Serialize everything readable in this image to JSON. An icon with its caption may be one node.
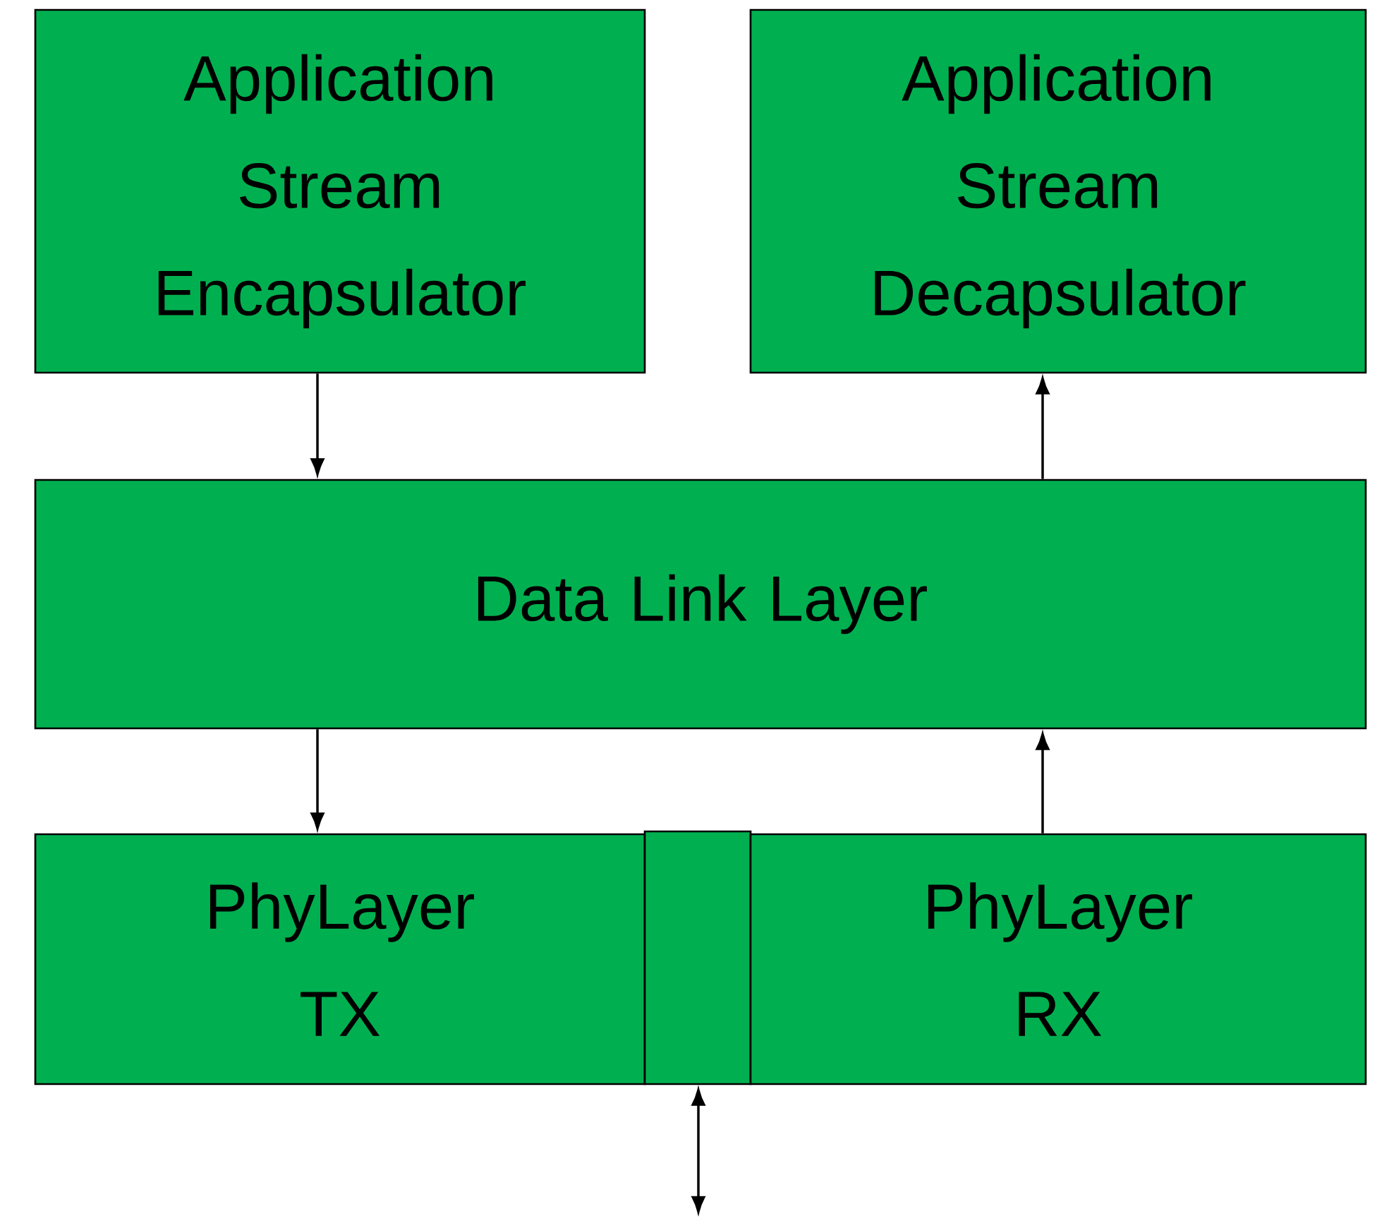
{
  "diagram": {
    "nodes": [
      {
        "text": [
          "Application Stream Encapsulator"
        ]
      },
      {
        "text": [
          "Application Stream Decapsulator"
        ]
      },
      {
        "text": [
          "Data Link Layer"
        ]
      },
      {
        "text": [
          "PhyLayer TX"
        ]
      },
      {
        "text": [],
        "shape": "box"
      },
      {
        "text": [
          "PhyLayer RX"
        ]
      }
    ],
    "edges": [
      {
        "from": 0,
        "to": 2,
        "arrow": "to"
      },
      {
        "from": 2,
        "to": 3,
        "arrow": "to"
      },
      {
        "from": 5,
        "to": 2,
        "arrow": "to"
      },
      {
        "from": 2,
        "to": 1,
        "arrow": "to"
      },
      {
        "from": 4,
        "to": null,
        "arrow": "both"
      }
    ]
  }
}
